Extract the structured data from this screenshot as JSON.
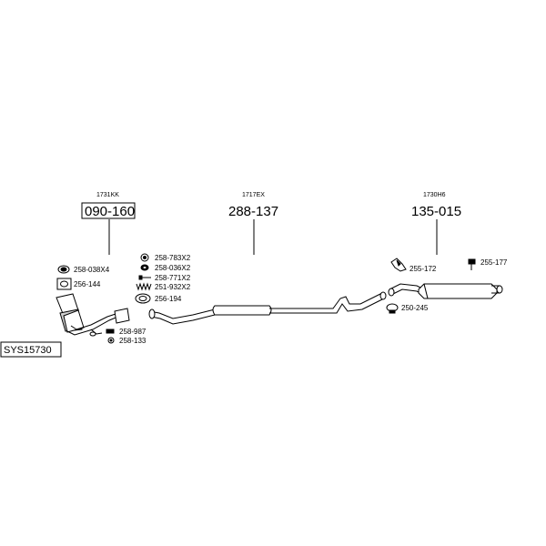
{
  "system_code": "SYS15730",
  "main_parts": [
    {
      "part_no": "090-160",
      "oem_ref": "1731KK",
      "boxed": true
    },
    {
      "part_no": "288-137",
      "oem_ref": "1717EX",
      "boxed": false
    },
    {
      "part_no": "135-015",
      "oem_ref": "1730H6",
      "boxed": false
    }
  ],
  "accessories": [
    {
      "code": "258-038X4",
      "icon": "gasket-ring-icon"
    },
    {
      "code": "256-144",
      "icon": "flange-gasket-icon"
    },
    {
      "code": "258-783X2",
      "icon": "rubber-ring-icon"
    },
    {
      "code": "258-036X2",
      "icon": "rubber-mount-icon"
    },
    {
      "code": "258-771X2",
      "icon": "bolt-icon"
    },
    {
      "code": "251-932X2",
      "icon": "spring-icon"
    },
    {
      "code": "256-194",
      "icon": "seal-ring-icon"
    },
    {
      "code": "258-987",
      "icon": "nut-icon"
    },
    {
      "code": "258-133",
      "icon": "washer-icon"
    },
    {
      "code": "255-172",
      "icon": "bracket-icon"
    },
    {
      "code": "250-245",
      "icon": "clamp-icon"
    },
    {
      "code": "255-177",
      "icon": "hanger-icon"
    }
  ]
}
